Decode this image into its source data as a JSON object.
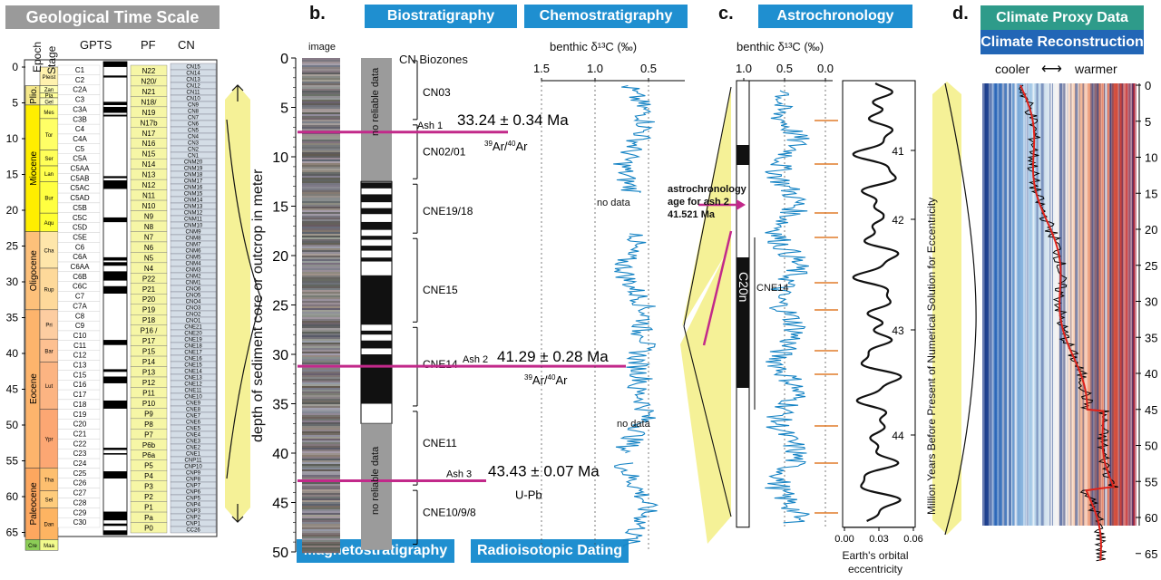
{
  "banners": {
    "geo": "Geological Time Scale",
    "bio": "Biostratigraphy",
    "chemo": "Chemostratigraphy",
    "astro": "Astrochronology",
    "proxy": "Climate Proxy Data",
    "recon": "Climate Reconstruction",
    "magneto": "Magnetostratigraphy",
    "radio": "Radioisotopic Dating"
  },
  "panels": {
    "b": "b.",
    "c": "c.",
    "d": "d."
  },
  "gts": {
    "headers": {
      "epoch": "Epoch",
      "stage": "Stage",
      "gpts": "GPTS",
      "pf": "PF",
      "cn": "CN"
    },
    "ages": [
      "0",
      "5",
      "10",
      "15",
      "20",
      "25",
      "30",
      "35",
      "40",
      "45",
      "50",
      "55",
      "60",
      "65"
    ],
    "epochs": [
      {
        "name": "Plio.",
        "from": 2.6,
        "to": 5.3,
        "color": "#f5e88a"
      },
      {
        "name": "Miocene",
        "from": 5.3,
        "to": 23,
        "color": "#ffee00"
      },
      {
        "name": "Oligocene",
        "from": 23,
        "to": 33.9,
        "color": "#fdc07a"
      },
      {
        "name": "Eocene",
        "from": 33.9,
        "to": 56,
        "color": "#fdb46c"
      },
      {
        "name": "Paleocene",
        "from": 56,
        "to": 66,
        "color": "#fda75f"
      }
    ],
    "stages": [
      {
        "name": "Pleist",
        "from": 0,
        "to": 2.6,
        "color": "#fff2ae"
      },
      {
        "name": "Zan",
        "from": 2.6,
        "to": 3.6,
        "color": "#ffffb3"
      },
      {
        "name": "Pia",
        "from": 3.6,
        "to": 4.3,
        "color": "#ffff99"
      },
      {
        "name": "Gel",
        "from": 4.3,
        "to": 5.3,
        "color": "#ffffbf"
      },
      {
        "name": "Mes",
        "from": 5.3,
        "to": 7.2,
        "color": "#ffff73"
      },
      {
        "name": "Tor",
        "from": 7.2,
        "to": 11.6,
        "color": "#ffff66"
      },
      {
        "name": "Ser",
        "from": 11.6,
        "to": 13.8,
        "color": "#ffff59"
      },
      {
        "name": "Lan",
        "from": 13.8,
        "to": 16,
        "color": "#ffff4d"
      },
      {
        "name": "Bur",
        "from": 16,
        "to": 20.4,
        "color": "#ffff41"
      },
      {
        "name": "Aqu",
        "from": 20.4,
        "to": 23,
        "color": "#ffff33"
      },
      {
        "name": "Cha",
        "from": 23,
        "to": 28.1,
        "color": "#fee6aa"
      },
      {
        "name": "Rup",
        "from": 28.1,
        "to": 33.9,
        "color": "#fed99a"
      },
      {
        "name": "Pri",
        "from": 33.9,
        "to": 38,
        "color": "#fdcda1"
      },
      {
        "name": "Bar",
        "from": 38,
        "to": 41.2,
        "color": "#fdc091"
      },
      {
        "name": "Lut",
        "from": 41.2,
        "to": 47.8,
        "color": "#fcb482"
      },
      {
        "name": "Ypr",
        "from": 47.8,
        "to": 56,
        "color": "#fca773"
      },
      {
        "name": "Tha",
        "from": 56,
        "to": 59.2,
        "color": "#fdbf6f"
      },
      {
        "name": "Sel",
        "from": 59.2,
        "to": 61.6,
        "color": "#fecc7c"
      },
      {
        "name": "Dan",
        "from": 61.6,
        "to": 66,
        "color": "#fdb462"
      },
      {
        "name": "Cre",
        "from": 66,
        "to": 67.5,
        "color": "#8ccd57"
      },
      {
        "name": "Maa",
        "from": 66,
        "to": 67.5,
        "color": "#f2fa8c"
      }
    ],
    "chrons": [
      "C1",
      "C2",
      "C2A",
      "C3",
      "C3A",
      "C3B",
      "C4",
      "C4A",
      "C5",
      "C5A",
      "C5AA",
      "C5AB",
      "C5AC",
      "C5AD",
      "C5B",
      "C5C",
      "C5D",
      "C5E",
      "C6",
      "C6A",
      "C6AA",
      "C6B",
      "C6C",
      "C7",
      "C7A",
      "C8",
      "C9",
      "C10",
      "C11",
      "C12",
      "C13",
      "C15",
      "C16",
      "C17",
      "C18",
      "C19",
      "C20",
      "C21",
      "C22",
      "C23",
      "C24",
      "C25",
      "C26",
      "C27",
      "C28",
      "C29",
      "C30"
    ],
    "pf": [
      "N22",
      "N20/",
      "N21",
      "N18/",
      "N19",
      "N17b",
      "N17",
      "N16",
      "N15",
      "N14",
      "N13",
      "N12",
      "N11",
      "N10",
      "N9",
      "N8",
      "N7",
      "N6",
      "N5",
      "N4",
      "P22",
      "P21",
      "P20",
      "P19",
      "P18",
      "P16 /",
      "P17",
      "P15",
      "P14",
      "P13",
      "P12",
      "P11",
      "P10",
      "P9",
      "P8",
      "P7",
      "P6b",
      "P6a",
      "P5",
      "P4",
      "P3",
      "P2",
      "P1",
      "Pa",
      "P0"
    ],
    "cn": [
      "CN15",
      "CN14",
      "CN13",
      "CN12",
      "CN11",
      "CN10",
      "CN9",
      "CN8",
      "CN7",
      "CN6",
      "CN5",
      "CN4",
      "CN3",
      "CN2",
      "CN1",
      "CNM20",
      "CNM19",
      "CNM18",
      "CNM17",
      "CNM16",
      "CNM15",
      "CNM14",
      "CNM13",
      "CNM12",
      "CNM11",
      "CNM10",
      "CNM9",
      "CNM8",
      "CNM7",
      "CNM6",
      "CNM5",
      "CNM4",
      "CNM3",
      "CNM2",
      "CNM1",
      "CNO6",
      "CNO5",
      "CNO4",
      "CNO3",
      "CNO2",
      "CNO1",
      "CNE21",
      "CNE20",
      "CNE19",
      "CNE18",
      "CNE17",
      "CNE16",
      "CNE15",
      "CNE14",
      "CNE13",
      "CNE12",
      "CNE11",
      "CNE10",
      "CNE9",
      "CNE8",
      "CNE7",
      "CNE6",
      "CNE5",
      "CNE4",
      "CNE3",
      "CNE2",
      "CNE1",
      "CNP11",
      "CNP10",
      "CNP9",
      "CNP8",
      "CNP7",
      "CNP6",
      "CNP5",
      "CNP4",
      "CNP3",
      "CNP2",
      "CNP1",
      "CC26"
    ]
  },
  "depth": {
    "axis_label": "depth of sediment core or outcrop in meter",
    "ticks": [
      "0",
      "5",
      "10",
      "15",
      "20",
      "25",
      "30",
      "35",
      "40",
      "45",
      "50"
    ],
    "image_label": "image",
    "no_reliable_top": "no reliable data",
    "no_reliable_bottom": "no reliable data",
    "cn_biozones_title": "CN Biozones",
    "biozones": [
      {
        "name": "CN03",
        "from": 0,
        "to": 6.5,
        "label_at": 3.5
      },
      {
        "name": "CN02/01",
        "from": 6.5,
        "to": 12.5,
        "label_at": 9.5
      },
      {
        "name": "CNE19/18",
        "from": 12.5,
        "to": 18,
        "label_at": 15.5
      },
      {
        "name": "CNE15",
        "from": 18,
        "to": 27,
        "label_at": 23.5
      },
      {
        "name": "CNE14",
        "from": 27,
        "to": 35.5,
        "label_at": 31
      },
      {
        "name": "CNE11",
        "from": 35.5,
        "to": 43.5,
        "label_at": 39
      },
      {
        "name": "CNE10/9/8",
        "from": 43.5,
        "to": 49.5,
        "label_at": 46
      }
    ],
    "ashes": [
      {
        "name": "Ash 1",
        "depth": 7.5,
        "age": "33.24 ± 0.34 Ma",
        "method_pre": "39",
        "method_mid": "Ar/",
        "method_sup": "40",
        "method_post": "Ar"
      },
      {
        "name": "Ash 2",
        "depth": 31.2,
        "age": "41.29 ± 0.28 Ma",
        "method_pre": "39",
        "method_mid": "Ar/",
        "method_sup": "40",
        "method_post": "Ar"
      },
      {
        "name": "Ash 3",
        "depth": 42.8,
        "age": "43.43 ± 0.07 Ma",
        "method_pre": "",
        "method_mid": "U-Pb",
        "method_sup": "",
        "method_post": ""
      }
    ]
  },
  "chemo": {
    "axis_title": "benthic δ¹³C (‰)",
    "ticks": [
      "1.5",
      "1.0",
      "0.5"
    ],
    "no_data_1": "no data",
    "no_data_2": "no data"
  },
  "astro": {
    "axis_title": "benthic δ¹³C (‰)",
    "ticks": [
      "1.0",
      "0.5",
      "0.0"
    ],
    "chron": "C20n",
    "zone": "CNE14",
    "callout_line1": "astrochronology",
    "callout_line2": "age for ash 2",
    "callout_line3": "41.521 Ma",
    "age_ticks": [
      "41",
      "42",
      "43",
      "44"
    ],
    "ecc_ticks": [
      "0.00",
      "0.03",
      "0.06"
    ],
    "ecc_label_1": "Earth's orbital",
    "ecc_label_2": "eccentricity"
  },
  "climate": {
    "cooler": "cooler",
    "arrow": "⟷",
    "warmer": "warmer",
    "axis_label": "Million Years Before Present of Numerical Solution for Eccentricity",
    "ticks": [
      "0",
      "5",
      "10",
      "15",
      "20",
      "25",
      "30",
      "35",
      "40",
      "45",
      "50",
      "55",
      "60",
      "65"
    ]
  },
  "colors": {
    "banner_blue": "#1f8fd0",
    "banner_gray": "#9a9a9a",
    "proxy_teal": "#2e9b8a",
    "recon_navy": "#2266b6",
    "callout_yellow": "#f4f08c",
    "ash_magenta": "#c2298a",
    "curve_blue": "#1583c4",
    "recon_red": "#e0231b"
  }
}
